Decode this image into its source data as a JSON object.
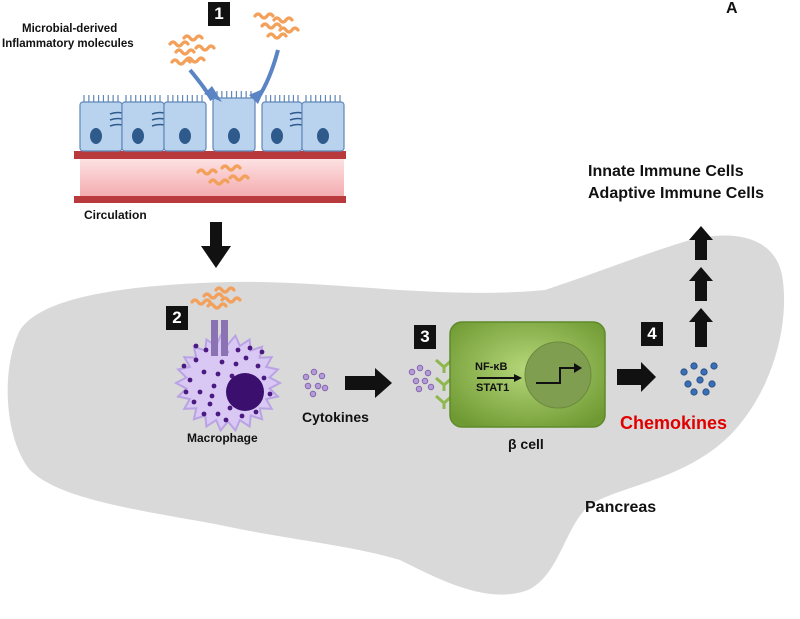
{
  "panel_letter": "A",
  "steps": [
    "1",
    "2",
    "3",
    "4"
  ],
  "labels": {
    "microbial_line1": "Microbial-derived",
    "microbial_line2": "Inflammatory molecules",
    "circulation": "Circulation",
    "macrophage": "Macrophage",
    "cytokines": "Cytokines",
    "nfkb": "NF-κB",
    "stat1": "STAT1",
    "beta_cell": "β cell",
    "chemokines": "Chemokines",
    "innate": "Innate Immune Cells",
    "adaptive": "Adaptive Immune Cells",
    "pancreas": "Pancreas"
  },
  "colors": {
    "pancreas": "#d9d9d9",
    "epithelium": "#b9d3ef",
    "nucleus": "#2f5a8c",
    "vessel_fill": "#f6c3c6",
    "vessel_wall": "#b83a3c",
    "microbe": "#f2a05a",
    "macrophage": "#d8c8f3",
    "macrophage_dots": "#4a1a80",
    "beta_cell": "#8fb84e",
    "chemokines_text": "#e00000",
    "chemokine_dots": "#3a6fb5",
    "cytokine_dots": "#9a7ac0"
  }
}
